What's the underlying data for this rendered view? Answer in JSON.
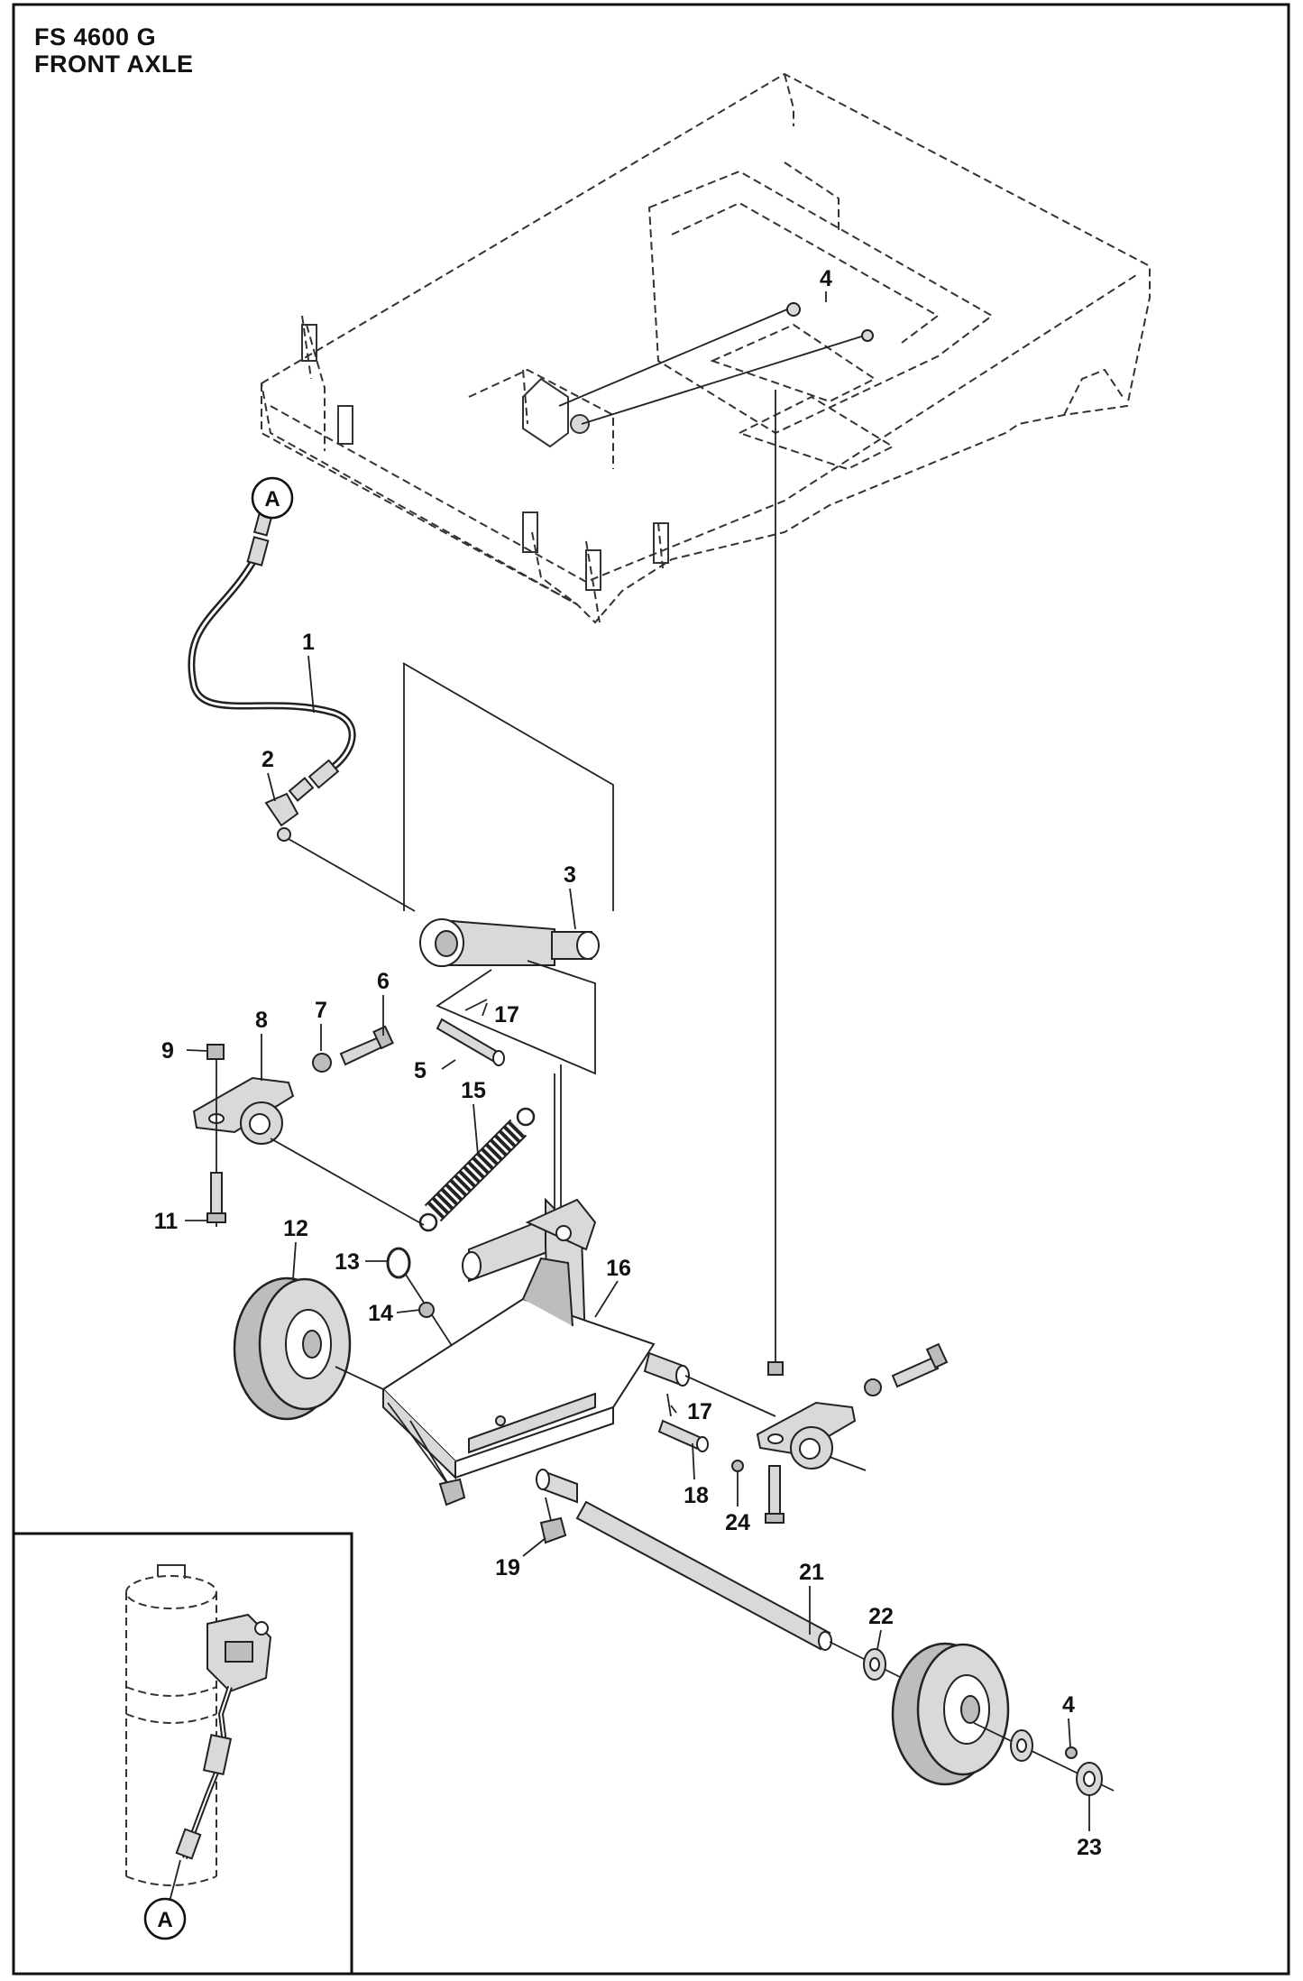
{
  "header": {
    "model": "FS 4600 G",
    "section": "FRONT AXLE"
  },
  "reference_marker": "A",
  "callouts": [
    {
      "id": "c1",
      "label": "1"
    },
    {
      "id": "c2",
      "label": "2"
    },
    {
      "id": "c3",
      "label": "3"
    },
    {
      "id": "c4a",
      "label": "4"
    },
    {
      "id": "c4b",
      "label": "4"
    },
    {
      "id": "c5",
      "label": "5"
    },
    {
      "id": "c6",
      "label": "6"
    },
    {
      "id": "c7",
      "label": "7"
    },
    {
      "id": "c8",
      "label": "8"
    },
    {
      "id": "c9",
      "label": "9"
    },
    {
      "id": "c11",
      "label": "11"
    },
    {
      "id": "c12",
      "label": "12"
    },
    {
      "id": "c13",
      "label": "13"
    },
    {
      "id": "c14",
      "label": "14"
    },
    {
      "id": "c15",
      "label": "15"
    },
    {
      "id": "c16",
      "label": "16"
    },
    {
      "id": "c17a",
      "label": "17"
    },
    {
      "id": "c17b",
      "label": "17"
    },
    {
      "id": "c18",
      "label": "18"
    },
    {
      "id": "c19",
      "label": "19"
    },
    {
      "id": "c21",
      "label": "21"
    },
    {
      "id": "c22",
      "label": "22"
    },
    {
      "id": "c23",
      "label": "23"
    },
    {
      "id": "c24",
      "label": "24"
    }
  ],
  "colors": {
    "line": "#222222",
    "wheel_fill": "#bdbdbd",
    "part_fill": "#d9d9d9",
    "background": "#ffffff"
  }
}
